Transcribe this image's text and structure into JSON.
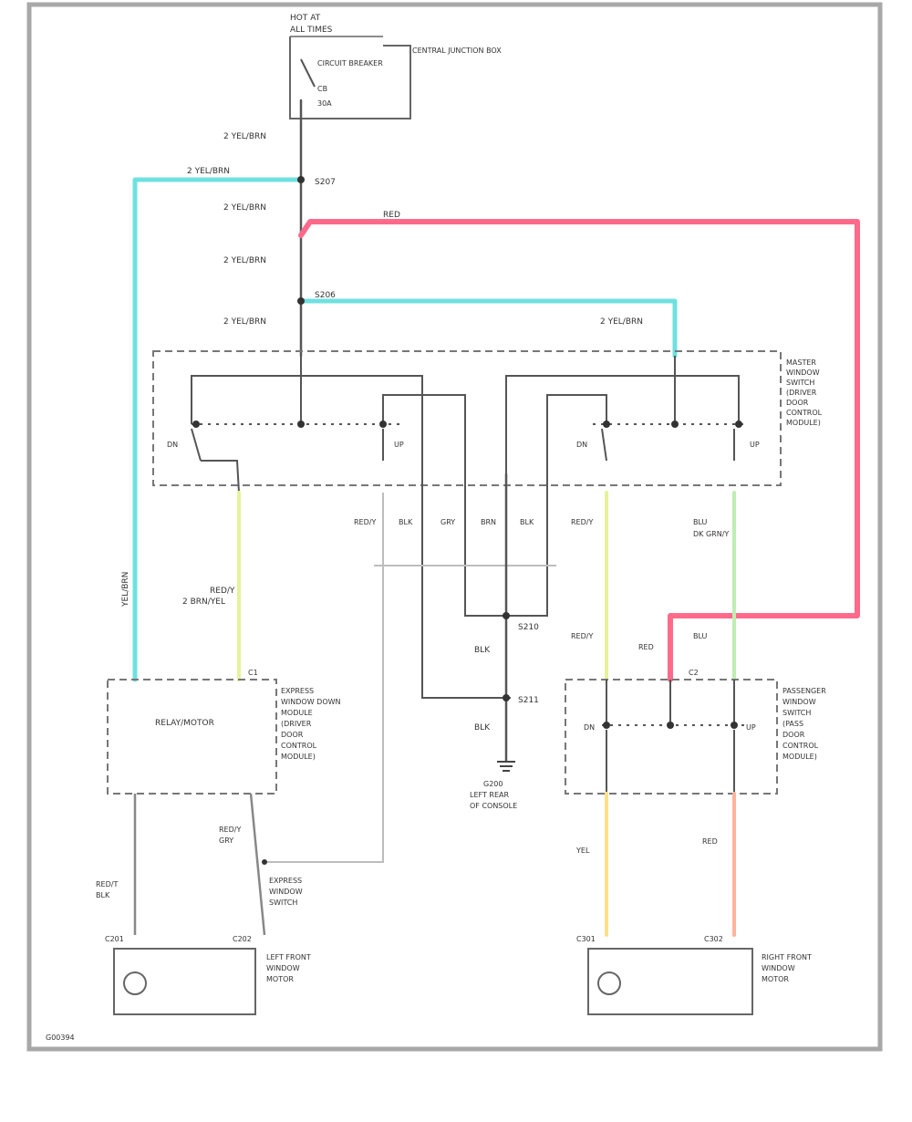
{
  "colors": {
    "frame": "#a8a8a8",
    "wire": "#555555",
    "power_red": "#ff6a8a",
    "light_blue": "#6fe0e0",
    "yellow_green": "#e6f29a",
    "light_green": "#bfeeb2",
    "yellow": "#ffe08a",
    "orange": "#ffb39a",
    "thin": "#bdbdbd"
  },
  "labels": {
    "hot_at_all_times": "HOT AT",
    "fuse_block": "ALL TIMES",
    "power_source": "CENTRAL JUNCTION BOX",
    "circuit_breaker": "CIRCUIT BREAKER",
    "cb_rating": "30A",
    "cb_id": "CB",
    "wire_top_1": "2 YEL/BRN",
    "wire_cyan_1": "2 YEL/BRN",
    "wire_top_2": "2 YEL/BRN",
    "wire_top_3": "2 YEL/BRN",
    "wire_top_4": "2 YEL/BRN",
    "wire_cyan_2": "2 YEL/BRN",
    "splice_1": "S207",
    "splice_2": "S206",
    "red_wire": "RED",
    "master_switch": [
      "MASTER",
      "WINDOW",
      "SWITCH",
      "(DRIVER",
      "DOOR",
      "CONTROL",
      "MODULE)"
    ],
    "up": "UP",
    "down": "DN",
    "lower_wire_labels": [
      "RED/Y",
      "BLK",
      "GRY",
      "BRN",
      "BLK",
      "RED/Y",
      "BLU",
      "DK GRN/Y"
    ],
    "cyan_vertical": "YEL/BRN",
    "drv_link_wire": "RED/Y",
    "drv_link_wire_2": "2 BRN/YEL",
    "relay_box_label": "RELAY/MOTOR",
    "relay_desc": [
      "EXPRESS",
      "WINDOW DOWN",
      "MODULE",
      "(DRIVER",
      "DOOR",
      "CONTROL",
      "MODULE)"
    ],
    "ground_wire": "BLK",
    "ground_wire_2": "BLK",
    "splice_3": "S210",
    "splice_4": "S211",
    "ground_label": [
      "G200",
      "LEFT REAR",
      "OF CONSOLE"
    ],
    "pass_switch": [
      "PASSENGER",
      "WINDOW",
      "SWITCH",
      "(PASS",
      "DOOR",
      "CONTROL",
      "MODULE)"
    ],
    "pass_in_wires": [
      "RED/Y",
      "RED",
      "BLU"
    ],
    "drv_motor_wires": [
      "RED/T",
      "BLK"
    ],
    "drv_motor_label": [
      "LEFT FRONT",
      "WINDOW",
      "MOTOR"
    ],
    "pass_motor_label": [
      "RIGHT FRONT",
      "WINDOW",
      "MOTOR"
    ],
    "pass_motor_wires": [
      "YEL",
      "RED"
    ],
    "express_switch_label": [
      "EXPRESS",
      "WINDOW",
      "SWITCH"
    ],
    "express_wire": "RED/Y",
    "express_wire_2": "GRY",
    "conn_drv": "C1",
    "conn_pass": "C2",
    "motor_conn_1": "C201",
    "motor_conn_2": "C202",
    "motor_conn_3": "C301",
    "motor_conn_4": "C302",
    "footer_id": "G00394"
  }
}
